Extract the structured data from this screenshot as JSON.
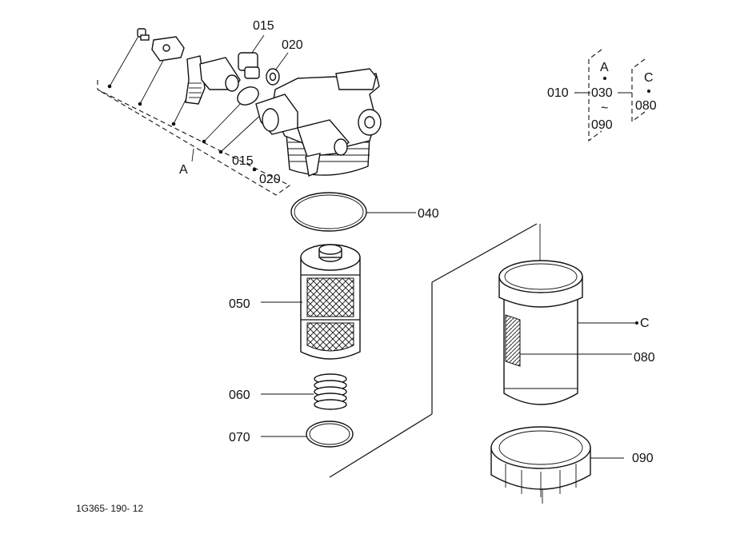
{
  "labels": {
    "p015_top": "015",
    "p020_top": "020",
    "p015_low": "015",
    "p020_low": "020",
    "a_head": "A",
    "p040": "040",
    "p050": "050",
    "p060": "060",
    "p070": "070",
    "p080": "080",
    "p090": "090",
    "c_bowl": "C"
  },
  "legend": {
    "p010": "010",
    "a": "A",
    "p030": "030",
    "tilde": "~",
    "p090": "090",
    "c": "C",
    "p080": "080"
  },
  "drawing_code": "1G365- 190- 12"
}
